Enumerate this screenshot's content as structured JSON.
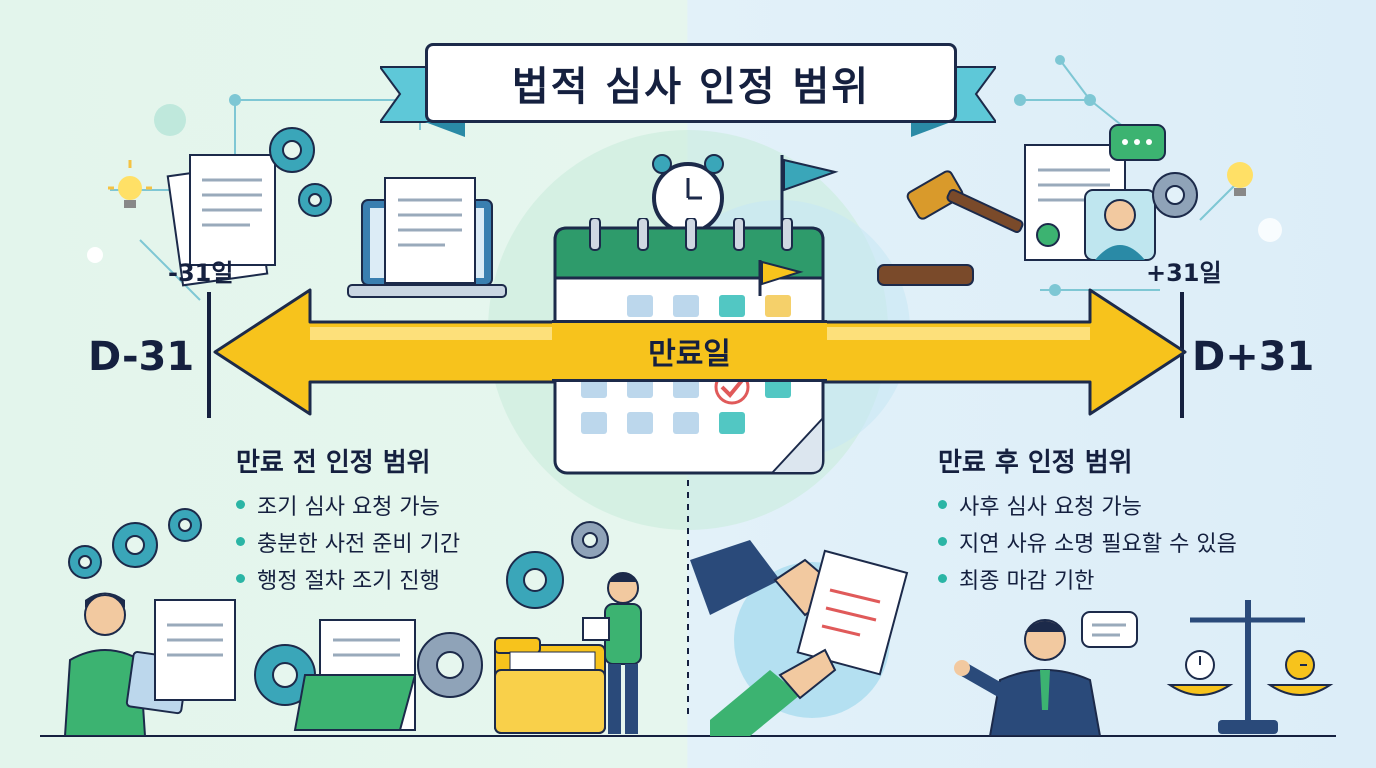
{
  "title": "법적 심사 인정 범위",
  "center_label": "만료일",
  "left": {
    "deadline": "D-31",
    "offset": "-31일",
    "section_title": "만료 전 인정 범위",
    "items": [
      "조기 심사 요청 가능",
      "충분한 사전 준비 기간",
      "행정 절차 조기 진행"
    ]
  },
  "right": {
    "deadline": "D+31",
    "offset": "+31일",
    "section_title": "만료 후 인정 범위",
    "items": [
      "사후 심사 요청 가능",
      "지연 사유 소명 필요할 수 있음",
      "최종 마감 기한"
    ]
  },
  "colors": {
    "navy": "#15203f",
    "arrow_yellow": "#f7c31c",
    "calendar_green": "#2e9b6b",
    "teal": "#2bb5a5"
  }
}
